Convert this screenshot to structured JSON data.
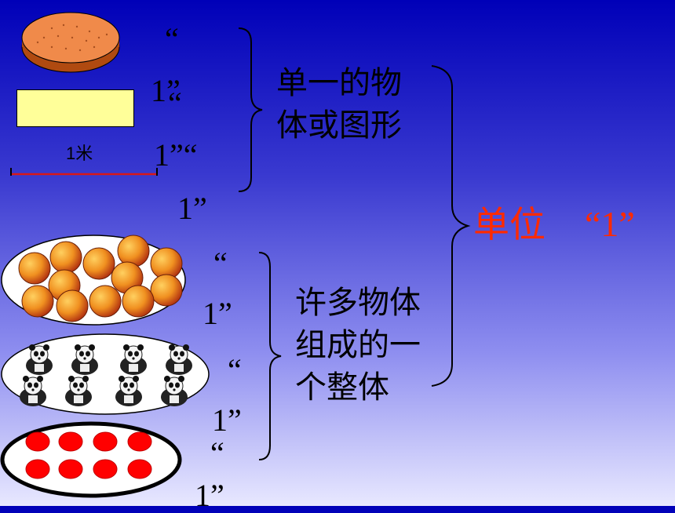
{
  "single_group": {
    "label_line1": "单一的物",
    "label_line2": "体或图形",
    "meter_label": "1米",
    "quote_open": "“",
    "one_close": "1”",
    "one_close_open": "1”“"
  },
  "multi_group": {
    "label_line1": "许多物体",
    "label_line2": "组成的一",
    "label_line3": "个整体",
    "quote_open": "“",
    "one_close": "1”"
  },
  "conclusion": {
    "title": "单位",
    "value": "“1”"
  },
  "colors": {
    "accent_red": "#ff2a00",
    "rect_yellow": "#ffff99",
    "dot_red": "#ff0000"
  },
  "icons": [
    "cake-icon",
    "peach-icon",
    "panda-icon",
    "red-dot-icon"
  ]
}
